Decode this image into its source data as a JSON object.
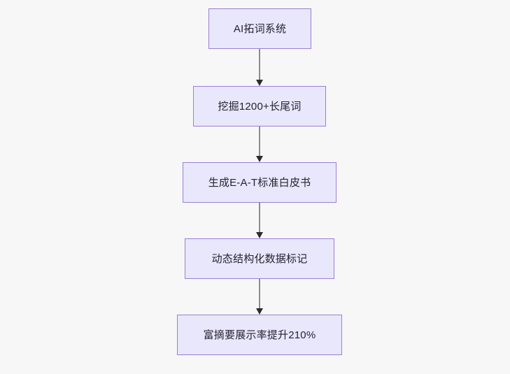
{
  "diagram": {
    "type": "flowchart",
    "direction": "top-to-bottom",
    "background_color": "#f7f7f8",
    "node_fill_color": "#e9e7fc",
    "node_border_color": "#9b7fd4",
    "node_text_color": "#262230",
    "edge_color": "#8d8d8d",
    "arrowhead_color": "#2b2b2b",
    "nodes": [
      {
        "id": "node-0",
        "label": "AI拓词系统"
      },
      {
        "id": "node-1",
        "label": "挖掘1200+长尾词"
      },
      {
        "id": "node-2",
        "label": "生成E-A-T标准白皮书"
      },
      {
        "id": "node-3",
        "label": "动态结构化数据标记"
      },
      {
        "id": "node-4",
        "label": "富摘要展示率提升210%"
      }
    ],
    "edges": [
      {
        "id": "edge-0",
        "from": "node-0",
        "to": "node-1",
        "label": ""
      },
      {
        "id": "edge-1",
        "from": "node-1",
        "to": "node-2",
        "label": ""
      },
      {
        "id": "edge-2",
        "from": "node-2",
        "to": "node-3",
        "label": ""
      },
      {
        "id": "edge-3",
        "from": "node-3",
        "to": "node-4",
        "label": ""
      }
    ]
  }
}
